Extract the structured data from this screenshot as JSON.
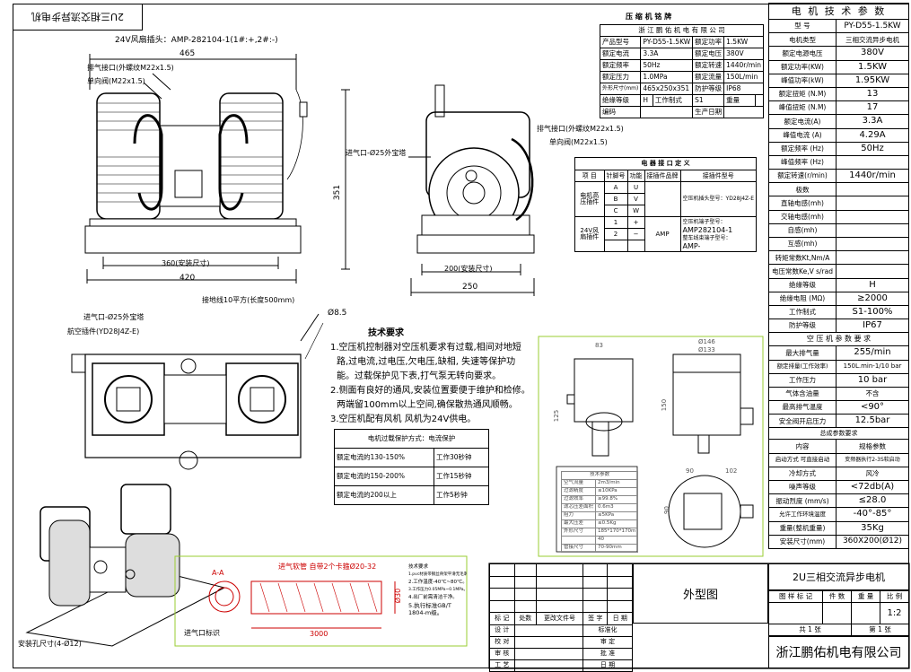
{
  "title_box_top": "2U三相交流异步电机",
  "top_labels": {
    "connector": "24V风扇插头：AMP-282104-1(1#:+,2#:-)",
    "width_465": "465",
    "exhaust": "排气接口(外螺纹M22x1.5)",
    "check_valve": "单向阀(M22x1.5)",
    "width_360": "360(安装尺寸)",
    "width_420": "420",
    "intake_right": "进气口-Ø25外宝塔",
    "height_351": "351",
    "exhaust_r": "排气接口(外螺纹M22x1.5)",
    "check_valve_r": "单向阀(M22x1.5)",
    "width_200": "200(安装尺寸)",
    "width_250": "250",
    "ground": "接地线10平方(长度500mm)",
    "dia_8_5": "Ø8.5",
    "intake_left": "进气口-Ø25外宝塔",
    "aviation": "航空插件(YD28J4Z-E)",
    "mount_holes": "安装孔尺寸(4-Ø12)",
    "intake_mark": "进气口标识"
  },
  "nameplate": {
    "title": "压 缩 机 铭 牌",
    "company": "浙 江 鹏 佑 机 电 有 限 公 司",
    "rows": [
      [
        "产品型号",
        "PY-D55-1.5KW",
        "额定功率",
        "1.5KW"
      ],
      [
        "额定电流",
        "3.3A",
        "额定电压",
        "380V"
      ],
      [
        "额定频率",
        "50Hz",
        "额定转速",
        "1440r/min"
      ],
      [
        "额定压力",
        "1.0MPa",
        "额定流量",
        "150L/min"
      ],
      [
        "外形尺寸(mm)",
        "465x250x351",
        "防护等级",
        "IP68"
      ],
      [
        "绝缘等级",
        "H",
        "工作制式",
        "S1",
        "重量",
        ""
      ],
      [
        "编码",
        "",
        "",
        "生产日期",
        ""
      ]
    ]
  },
  "elec": {
    "title": "电 器 接 口 定 义",
    "headers": [
      "项 目",
      "针脚号",
      "功能",
      "接插件品牌",
      "接插件型号"
    ],
    "motor_label": "电机高压插件",
    "motor_pins": [
      [
        "A",
        "U"
      ],
      [
        "B",
        "V"
      ],
      [
        "C",
        "W"
      ]
    ],
    "motor_model": "空压机插头型号：YD28J4Z-E",
    "fan_label": "24V风扇插件",
    "fan_pins": [
      [
        "1",
        "+"
      ],
      [
        "2",
        "−"
      ]
    ],
    "fan_brand": "AMP",
    "fan_model_1": "空压机端子型号：",
    "fan_model_2": "AMP282104-1",
    "fan_model_3": "整车线束端子型号：",
    "fan_model_4": "AMP-"
  },
  "tech_req": {
    "title": "技术要求",
    "lines": [
      "1.空压机控制器对空压机要求有过载,相间对地短",
      "路,过电流,过电压,欠电压,缺相, 失速等保护功",
      "能。过载保护见下表,打气泵无转向要求。",
      "2.侧面有良好的通风,安装位置要便于维护和检修。",
      "两端留100mm以上空间,确保散热通风顺畅。",
      "3.空压机配有风机 风机为24V供电。"
    ]
  },
  "overload": {
    "title": "电机过载保护方式：电流保护",
    "rows": [
      [
        "额定电流的130-150%",
        "工作30秒钟"
      ],
      [
        "额定电流的150-200%",
        "工作15秒钟"
      ],
      [
        "额定电流的200以上",
        "工作5秒钟"
      ]
    ]
  },
  "filter": {
    "dims": [
      "Ø146",
      "Ø133",
      "83",
      "125",
      "150",
      "90",
      "102",
      "90"
    ],
    "title": "技术参数",
    "rows": [
      [
        "空气流量",
        "2m3/min"
      ],
      [
        "过滤精度",
        "≤10KPa"
      ],
      [
        "过滤效率",
        "≥99.8%"
      ],
      [
        "滤芯压差面积",
        "0.6m3"
      ],
      [
        "阻力",
        "≤5KPa"
      ],
      [
        "最大压差",
        "≤0.5Kg"
      ],
      [
        "外形尺寸",
        "185*170*170m"
      ],
      [
        "",
        "40"
      ],
      [
        "管接尺寸",
        "70-90mm"
      ]
    ]
  },
  "hose": {
    "title": "进气软管 自带2个卡箍Ø20-32",
    "section": "A-A",
    "len": "3000",
    "dia": "Ø30",
    "notes": [
      "技术要求",
      "1.pvc材质带钢丝骨架平滑无毛刺、无异味。",
      "2.工作温度-40℃~80℃。",
      "3.工作压力0.05MPa~0.1MPa。",
      "4.出厂前需清洁干净。",
      "5.执行标准GB/T",
      "1804-m级。"
    ]
  },
  "motor_params": {
    "title": "电 机 技 术 参 数",
    "rows": [
      [
        "型 号",
        "PY-D55-1.5KW"
      ],
      [
        "电机类型",
        "三相交流异步电机"
      ],
      [
        "额定电源电压",
        "380V"
      ],
      [
        "额定功率(KW)",
        "1.5KW"
      ],
      [
        "峰值功率(kW)",
        "1.95KW"
      ],
      [
        "额定扭矩 (N.M)",
        "13"
      ],
      [
        "峰值扭矩 (N.M)",
        "17"
      ],
      [
        "额定电流(A)",
        "3.3A"
      ],
      [
        "峰值电流 (A)",
        "4.29A"
      ],
      [
        "额定频率 (Hz)",
        "50Hz"
      ],
      [
        "峰值频率 (Hz)",
        ""
      ],
      [
        "额定转速(r/min)",
        "1440r/min"
      ],
      [
        "极数",
        ""
      ],
      [
        "直轴电感(mh)",
        ""
      ],
      [
        "交轴电感(mh)",
        ""
      ],
      [
        "自感(mh)",
        ""
      ],
      [
        "互感(mh)",
        ""
      ],
      [
        "转矩常数Kt,Nm/A",
        ""
      ],
      [
        "电压常数Ke,V s/rad",
        ""
      ],
      [
        "绝缘等级",
        "H"
      ],
      [
        "绝缘电阻 (MΩ)",
        "≥2000"
      ],
      [
        "工作制式",
        "S1-100%"
      ],
      [
        "防护等级",
        "IP67"
      ]
    ]
  },
  "comp_params": {
    "title": "空 压 机 参 数 要 求",
    "rows": [
      [
        "最大排气量",
        "255/min"
      ],
      [
        "额定排量(工作效率)",
        "150L.min-1/10 bar"
      ],
      [
        "工作压力",
        "10 bar"
      ],
      [
        "气体含油量",
        "不含"
      ],
      [
        "最高排气温度",
        "<90°"
      ],
      [
        "安全阀开启压力",
        "12.5bar"
      ]
    ]
  },
  "perf_params": {
    "title": "总成参数要求",
    "headers": [
      "内容",
      "规格参数"
    ],
    "rows": [
      [
        "启动方式 可直接启动",
        "变频器执行2-3S软启动"
      ],
      [
        "冷却方式",
        "风冷"
      ],
      [
        "噪声等级",
        "<72db(A)"
      ],
      [
        "振动烈度 (mm/s)",
        "≤28.0"
      ],
      [
        "允许工作环境温度",
        "-40°-85°"
      ],
      [
        "重量(整机重量)",
        "35Kg"
      ],
      [
        "安装尺寸(mm)",
        "360X200(Ø12)"
      ]
    ]
  },
  "title_block": {
    "product": "2U三相交流异步电机",
    "view": "外型图",
    "company": "浙江鹏佑机电有限公司",
    "h1": "图 样 标 记",
    "h2": "件 数",
    "h3": "重 量",
    "h4": "比 例",
    "scale": "1:2",
    "sheets_total": "共 1 张",
    "sheet_no": "第 1 张",
    "rev_headers": [
      "标 记",
      "处数",
      "更改文件号",
      "签 字",
      "日 期"
    ],
    "roles": [
      [
        "设 计",
        "",
        "标准化"
      ],
      [
        "校 对",
        "",
        "审 定"
      ],
      [
        "审 核",
        "",
        "批 准"
      ],
      [
        "工 艺",
        "",
        "日 期"
      ]
    ]
  }
}
